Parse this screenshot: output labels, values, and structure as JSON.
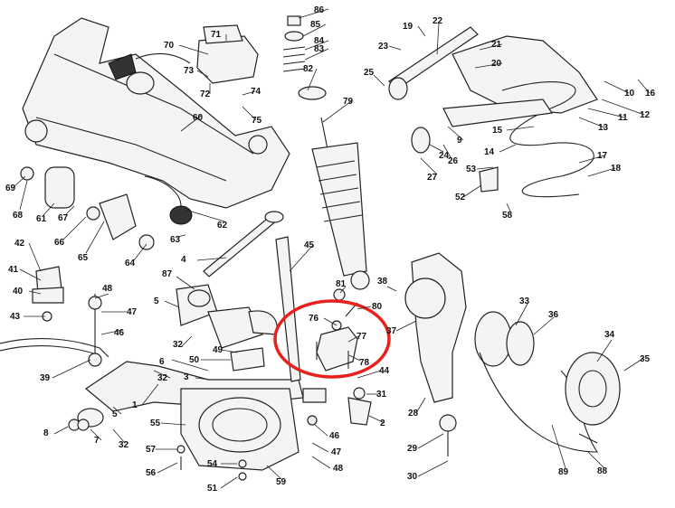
{
  "diagram": {
    "title": "Front suspension exploded parts diagram",
    "highlight_color": "#e8211c",
    "highlighted_parts": [
      "76",
      "77",
      "78"
    ],
    "callouts": [
      "86",
      "85",
      "84",
      "83",
      "82",
      "71",
      "70",
      "73",
      "72",
      "74",
      "75",
      "60",
      "19",
      "22",
      "23",
      "21",
      "20",
      "25",
      "79",
      "9",
      "10",
      "16",
      "11",
      "12",
      "13",
      "15",
      "14",
      "53",
      "17",
      "18",
      "24",
      "26",
      "27",
      "52",
      "58",
      "69",
      "68",
      "61",
      "67",
      "66",
      "65",
      "64",
      "62",
      "63",
      "4",
      "45",
      "42",
      "41",
      "40",
      "43",
      "87",
      "5",
      "48",
      "47",
      "46",
      "81",
      "38",
      "80",
      "76",
      "77",
      "78",
      "44",
      "37",
      "33",
      "36",
      "34",
      "35",
      "6",
      "50",
      "32",
      "49",
      "3",
      "32",
      "1",
      "5",
      "39",
      "31",
      "2",
      "55",
      "28",
      "29",
      "30",
      "89",
      "88",
      "8",
      "7",
      "32",
      "57",
      "56",
      "54",
      "51",
      "59",
      "46",
      "47",
      "48"
    ]
  }
}
